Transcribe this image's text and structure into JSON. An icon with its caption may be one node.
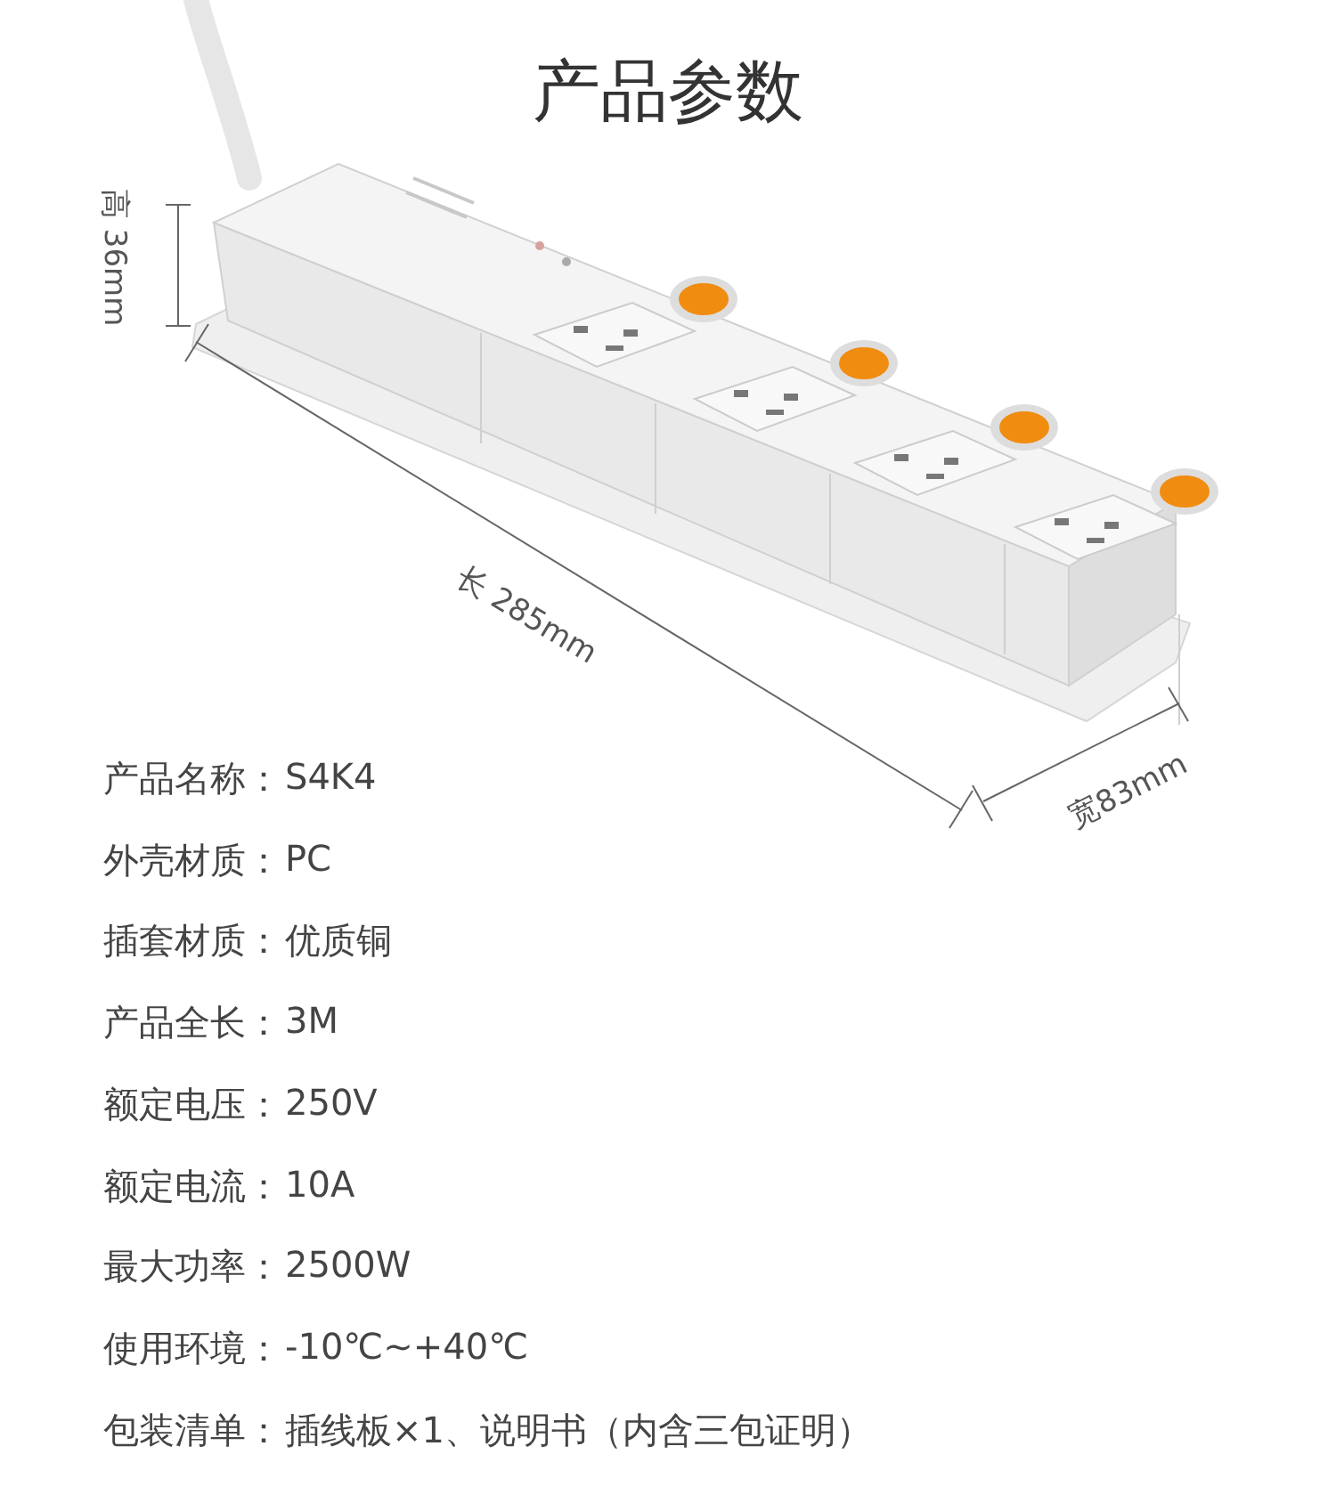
{
  "diagram": {
    "title": "产品参数",
    "labels": [
      "高 36mm",
      "长 285mm",
      "宽83mm",
      "产品名称：",
      "S4K4",
      "外壳材质：",
      "PC",
      "插套材质：",
      "优质铜",
      "产品全长：",
      "3M",
      "额定电压：",
      "250V",
      "额定电流：",
      "10A",
      "最大功率：",
      "2500W",
      "使用环境：",
      "-10℃~+40℃",
      "包装清单：",
      "插线板×1、说明书（内含三包证明）"
    ]
  }
}
